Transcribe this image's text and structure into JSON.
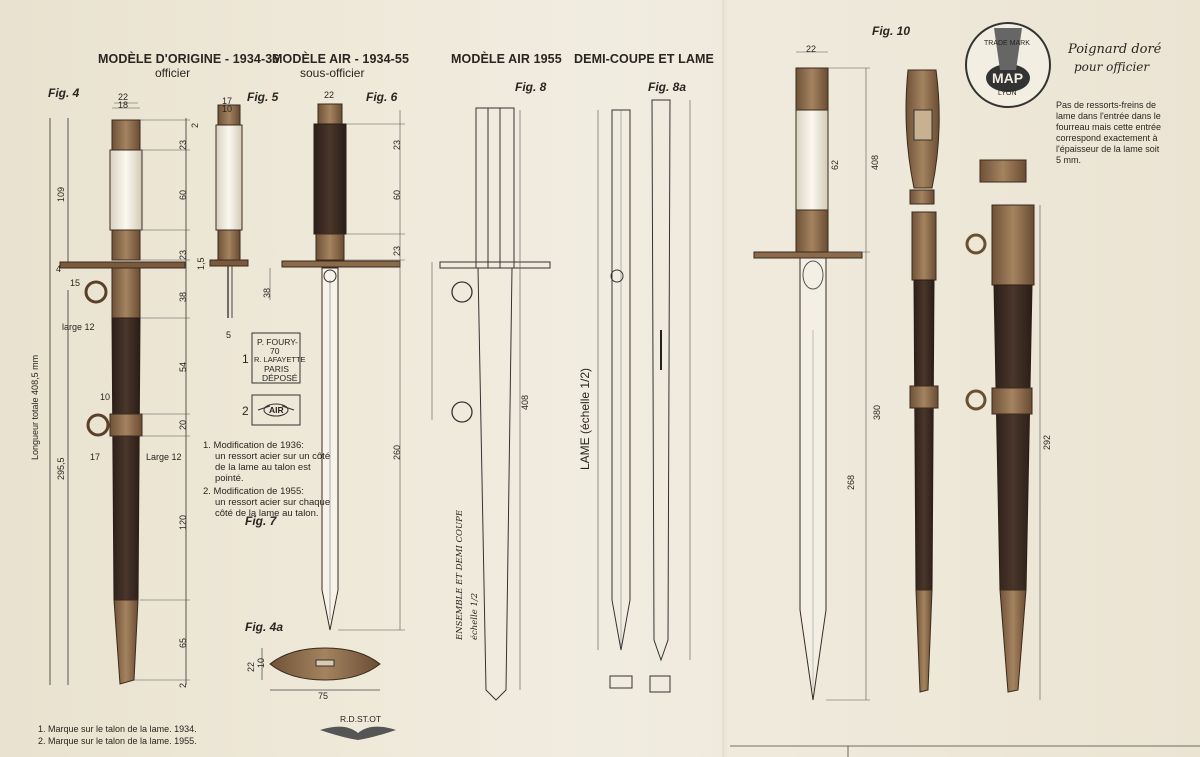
{
  "headings": {
    "h1_title": "MODÈLE D'ORIGINE - 1934-36",
    "h1_sub": "officier",
    "h2_title": "MODÈLE AIR - 1934-55",
    "h2_sub": "sous-officier",
    "h3_title": "MODÈLE AIR 1955",
    "h4_title": "DEMI-COUPE ET LAME"
  },
  "figures": {
    "fig4": "Fig. 4",
    "fig5": "Fig. 5",
    "fig6": "Fig. 6",
    "fig7": "Fig. 7",
    "fig4a": "Fig. 4a",
    "fig8": "Fig. 8",
    "fig8a": "Fig. 8a",
    "fig10": "Fig. 10"
  },
  "dimensions": {
    "d22": "22",
    "d18": "18",
    "d17": "17",
    "d10": "10",
    "d2": "2",
    "d23": "23",
    "d60": "60",
    "d109": "109",
    "d4": "4",
    "d38": "38",
    "d54": "54",
    "d20": "20",
    "d120": "120",
    "d65": "65",
    "d295": "295,5",
    "d15": "15",
    "d5": "5",
    "d12": "12",
    "d1_5": "1,5",
    "d260": "260",
    "d75": "75",
    "longueur": "Longueur totale 408,5 mm",
    "large12a": "large 12",
    "large12b": "Large 12",
    "lame": "LAME (échelle 1/2)",
    "ensemble": "ENSEMBLE ET DEMI COUPE",
    "echelle": "échelle 1/2",
    "d408": "408",
    "d268": "268",
    "d380": "380",
    "d292": "292",
    "d62": "62"
  },
  "stamp": {
    "line1": "P. FOURY-",
    "line2": "70",
    "line3": "R. LAFAYETTE",
    "line4": "PARIS",
    "line5": "DÉPOSÉ",
    "n1": "1",
    "n2": "2",
    "air": "AIR"
  },
  "modifications": {
    "m1": "1. Modification de 1936:",
    "m1b": "un ressort acier sur un côté",
    "m1c": "de la lame au talon est",
    "m1d": "pointé.",
    "m2": "2. Modification de 1955:",
    "m2b": "un ressort acier sur chaque",
    "m2c": "côté de la lame au talon."
  },
  "footnotes": {
    "f1": "1. Marque sur le talon de la lame. 1934.",
    "f2": "2. Marque sur le talon de la lame. 1955."
  },
  "maker_mark": "R.D.ST.OT",
  "logo": {
    "trade": "TRADE MARK",
    "map": "MAP",
    "lyon": "LYON",
    "script1": "Poignard doré",
    "script2": "pour officier"
  },
  "note_right": {
    "l1": "Pas de ressorts-freins de",
    "l2": "lame dans l'entrée dans le",
    "l3": "fourreau mais cette entrée",
    "l4": "correspond exactement à",
    "l5": "l'épaisseur de la lame soit",
    "l6": "5 mm."
  },
  "colors": {
    "paper": "#ece6d6",
    "ink": "#2a2520",
    "metal": "#8a6a4a",
    "grip_dark": "#3b2a22",
    "grip_light": "#f4efe2"
  }
}
